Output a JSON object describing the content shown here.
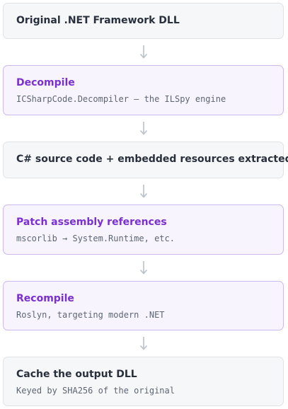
{
  "steps": [
    {
      "title": "Original .NET Framework DLL",
      "subtitle": ""
    },
    {
      "title": "Decompile",
      "subtitle": "ICSharpCode.Decompiler — the ILSpy engine"
    },
    {
      "title": "C# source code + embedded resources extracted",
      "subtitle": ""
    },
    {
      "title": "Patch assembly references",
      "subtitle": "mscorlib → System.Runtime, etc."
    },
    {
      "title": "Recompile",
      "subtitle": "Roslyn, targeting modern .NET"
    },
    {
      "title": "Cache the output DLL",
      "subtitle": "Keyed by SHA256 of the original"
    }
  ],
  "colors": {
    "highlight_title": "#7a2fd3",
    "highlight_bg": "#f7f4fd",
    "highlight_border": "#cdb8ef",
    "plain_bg": "#f6f7f9",
    "plain_border": "#dfe3e8",
    "arrow": "#b9c2cc"
  }
}
